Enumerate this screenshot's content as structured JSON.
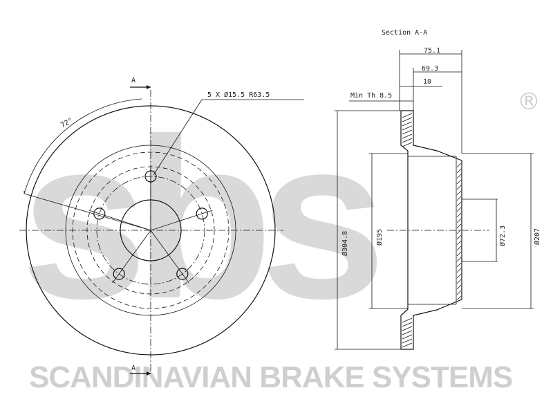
{
  "watermark": {
    "logo": "sbs",
    "registered": "®",
    "tagline": "SCANDINAVIAN BRAKE SYSTEMS"
  },
  "front_view": {
    "section_marker_top": "A",
    "section_marker_bottom": "A",
    "bolt_note": "5 X Ø15.5 R63.5",
    "angle": "72°"
  },
  "section_view": {
    "title": "Section A-A",
    "dim_overall_height": "75.1",
    "dim_hat_height": "69.3",
    "dim_flange": "10",
    "dim_min_thickness": "Min Th 8.5",
    "dim_outer_diameter": "Ø304.8",
    "dim_inner_diameter": "Ø195",
    "dim_center_bore": "Ø72.3",
    "dim_hat_diameter": "Ø207"
  },
  "colors": {
    "line": "#111111",
    "watermark": "#d4d4d4",
    "background": "#ffffff"
  }
}
